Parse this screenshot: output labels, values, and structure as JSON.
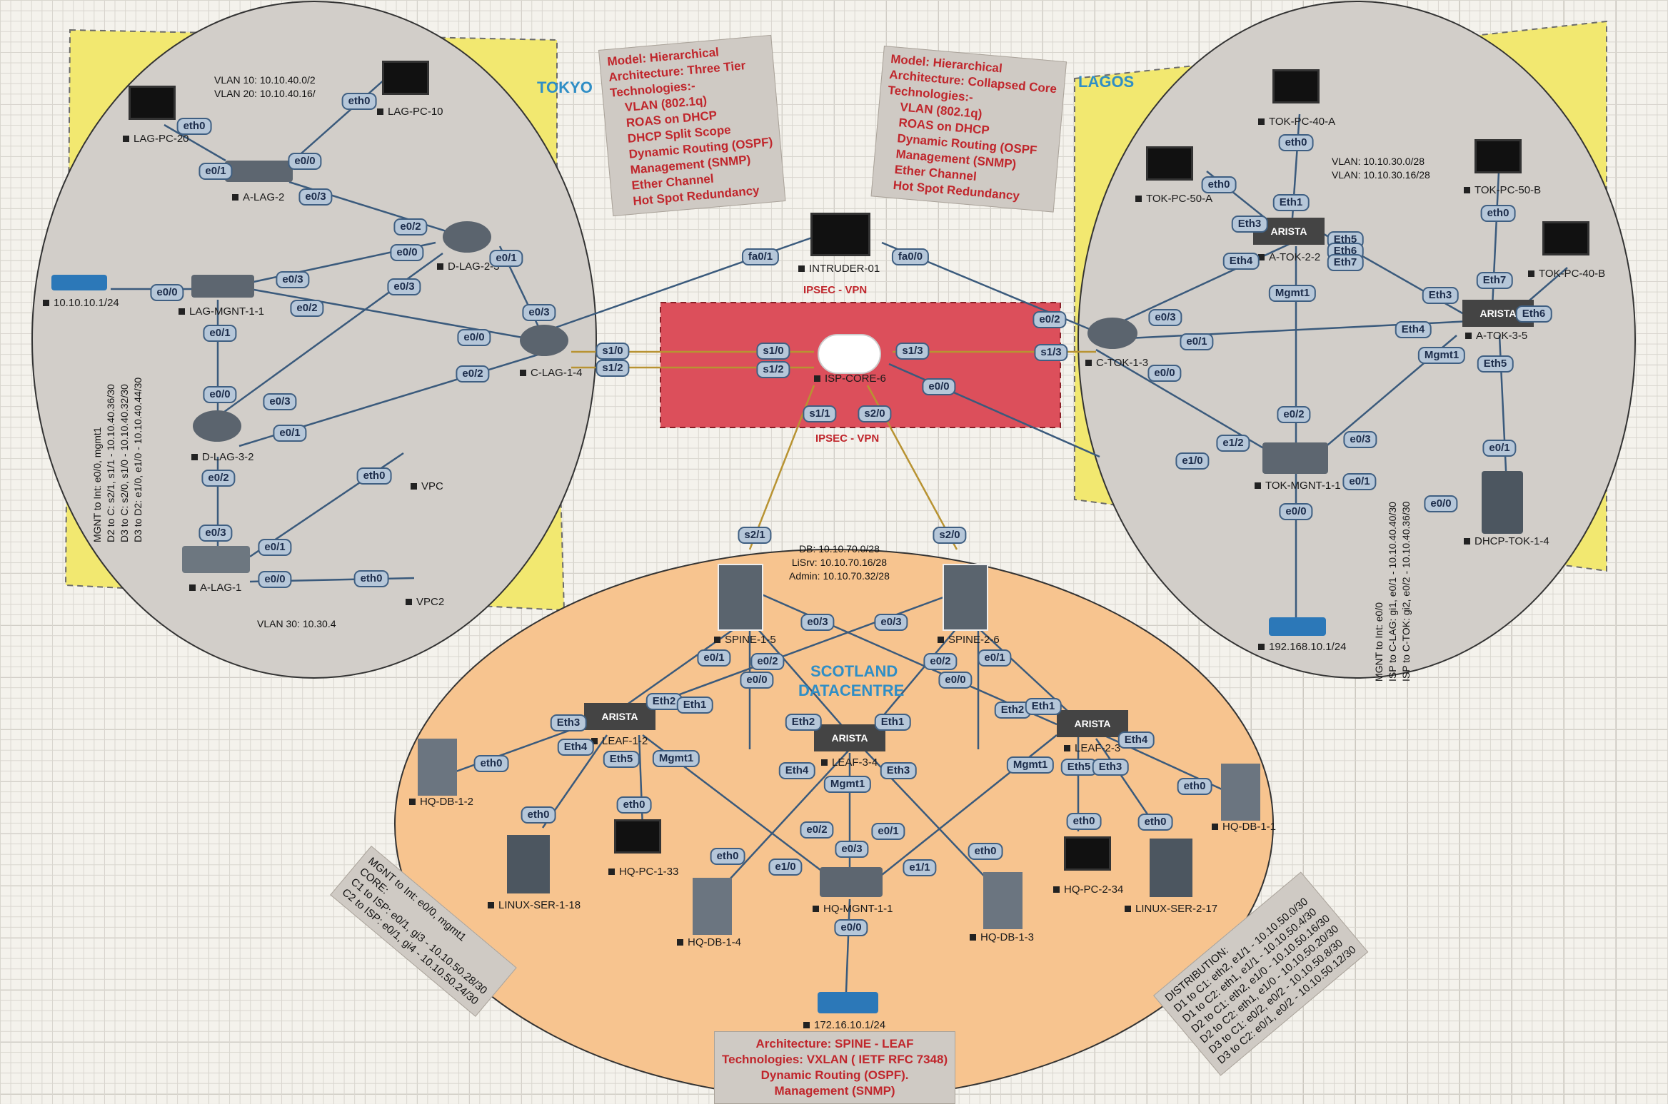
{
  "regions": {
    "tokyo": "TOKYO",
    "lagos": "LAGOS",
    "scotland_1": "SCOTLAND",
    "scotland_2": "DATACENTRE"
  },
  "vpn": {
    "top": "IPSEC - VPN",
    "bottom": "IPSEC - VPN"
  },
  "notes": {
    "tokyo_left": "Model: Hierarchical\nArchitecture: Three Tier\nTechnologies:-\n    VLAN (802.1q)\n    ROAS on DHCP\n    DHCP Split Scope\n    Dynamic Routing (OSPF)\n    Management (SNMP)\n    Ether Channel\n    Hot Spot Redundancy",
    "lagos_right": "Model: Hierarchical\nArchitecture: Collapsed Core\nTechnologies:-\n    VLAN (802.1q)\n    ROAS on DHCP\n    Dynamic Routing (OSPF\n    Management (SNMP)\n    Ether Channel\n    Hot Spot Redundancy",
    "scotland": "Architecture: SPINE - LEAF\nTechnologies: VXLAN ( IETF RFC 7348)\nDynamic Routing (OSPF).\nManagement (SNMP)",
    "core": "MGNT to Int: e0/0, mgmt1\nCORE:\nC1 to ISP: e0/1, gi3 - 10.10.50.28/30\nC2 to ISP: e0/1, gi4 - 10.10.50.24/30",
    "distribution": "DISTRIBUTION:\nD1 to C1: eth2, e1/1 - 10.10.50.0/30\nD1 to C2: eth1, e1/1 - 10.10.50.4/30\nD2 to C1: eth2, e1/0 - 10.10.50.16/30\nD2 to C2: eth1, e1/0 - 10.10.50.20/30\nD3 to C1: e0/2, e0/2 - 10.10.50.8/30\nD3 to C2: e0/1, e0/2 - 10.10.50.12/30",
    "vlan_tokyo": "VLAN 10: 10.10.40.0/2\nVLAN 20: 10.10.40.16/",
    "vlan_lagos": "VLAN: 10.10.30.0/28\nVLAN: 10.10.30.16/28",
    "vlan30": "VLAN 30: 10.30.4",
    "dc_nets": "DB: 10.10.70.0/28\nLiSrv: 10.10.70.16/28\nAdmin: 10.10.70.32/28",
    "tok_mgmt": "MGNT to Int: e0/0, mgmt1\nD2 to C: s2/1, s1/1 - 10.10.40.36/30\nD3 to C: s2/0, s1/0 - 10.10.40.32/30\nD3 to D2: e1/0, e1/0 - 10.10.40.44/30",
    "lag_mgmt": "MGNT to Int: e0/0\nISP to C-LAG: gi1, e0/1 - 10.10.40.40/30\nISP to C-TOK: gi2, e0/2 - 10.10.40.36/30"
  },
  "devices": {
    "lag_pc_20": "LAG-PC-20",
    "lag_pc_10": "LAG-PC-10",
    "a_lag_2": "A-LAG-2",
    "d_lag_23": "D-LAG-2-3",
    "net_10": "10.10.10.1/24",
    "lag_mgnt": "LAG-MGNT-1-1",
    "c_lag": "C-LAG-1-4",
    "d_lag_32": "D-LAG-3-2",
    "vpc": "VPC",
    "vpc2": "VPC2",
    "a_lag_1": "A-LAG-1",
    "intruder": "INTRUDER-01",
    "isp": "ISP-CORE-6",
    "tok_pc_40a": "TOK-PC-40-A",
    "tok_pc_50a": "TOK-PC-50-A",
    "tok_pc_50b": "TOK-PC-50-B",
    "tok_pc_40b": "TOK-PC-40-B",
    "a_tok_22": "A-TOK-2-2",
    "a_tok_35": "A-TOK-3-5",
    "c_tok": "C-TOK-1-3",
    "tok_mgmt": "TOK-MGNT-1-1",
    "dhcp_tok": "DHCP-TOK-1-4",
    "net_192": "192.168.10.1/24",
    "spine1": "SPINE-1-5",
    "spine2": "SPINE-2-6",
    "leaf12": "LEAF-1-2",
    "leaf34": "LEAF-3-4",
    "leaf23": "LEAF-2-3",
    "hq_db12": "HQ-DB-1-2",
    "hq_db11": "HQ-DB-1-1",
    "hq_db14": "HQ-DB-1-4",
    "hq_db13": "HQ-DB-1-3",
    "linux118": "LINUX-SER-1-18",
    "linux217": "LINUX-SER-2-17",
    "hq_pc133": "HQ-PC-1-33",
    "hq_pc234": "HQ-PC-2-34",
    "hq_mgnt": "HQ-MGNT-1-1",
    "net_172": "172.16.10.1/24",
    "arista": "ARISTA"
  },
  "ports": [
    "eth0",
    "e0/1",
    "eth0",
    "e0/0",
    "e0/3",
    "e0/2",
    "e0/0",
    "e0/1",
    "e0/3",
    "e0/0",
    "e0/3",
    "e0/2",
    "e0/3",
    "e0/0",
    "e0/1",
    "e0/0",
    "e0/2",
    "e0/3",
    "e0/1",
    "e0/2",
    "e0/3",
    "e0/1",
    "e0/0",
    "eth0",
    "eth0",
    "fa0/1",
    "fa0/0",
    "s1/0",
    "s1/2",
    "s1/0",
    "s1/2",
    "s1/3",
    "s1/3",
    "s1/1",
    "s2/0",
    "e0/0",
    "e0/2",
    "eth0",
    "eth0",
    "Eth3",
    "Eth1",
    "Eth4",
    "Eth5",
    "Eth6",
    "Eth7",
    "Mgmt1",
    "Eth3",
    "eth0",
    "Eth6",
    "Eth7",
    "Eth4",
    "e0/3",
    "e0/1",
    "e0/0",
    "Mgmt1",
    "Eth5",
    "e1/2",
    "e0/2",
    "e0/3",
    "e1/0",
    "e0/1",
    "e0/0",
    "e0/1",
    "e0/0",
    "s2/1",
    "s2/0",
    "e0/1",
    "e0/2",
    "e0/0",
    "e0/3",
    "e0/3",
    "e0/2",
    "e0/0",
    "e0/1",
    "Eth2",
    "Eth1",
    "Eth3",
    "Eth4",
    "Eth5",
    "Mgmt1",
    "eth0",
    "eth0",
    "eth0",
    "Eth2",
    "Eth1",
    "Eth4",
    "Mgmt1",
    "Eth3",
    "e0/2",
    "e0/3",
    "e0/1",
    "e1/0",
    "e1/1",
    "eth0",
    "eth0",
    "Eth2",
    "Eth1",
    "Eth4",
    "Mgmt1",
    "Eth5",
    "Eth3",
    "eth0",
    "eth0",
    "eth0",
    "e0/0"
  ]
}
